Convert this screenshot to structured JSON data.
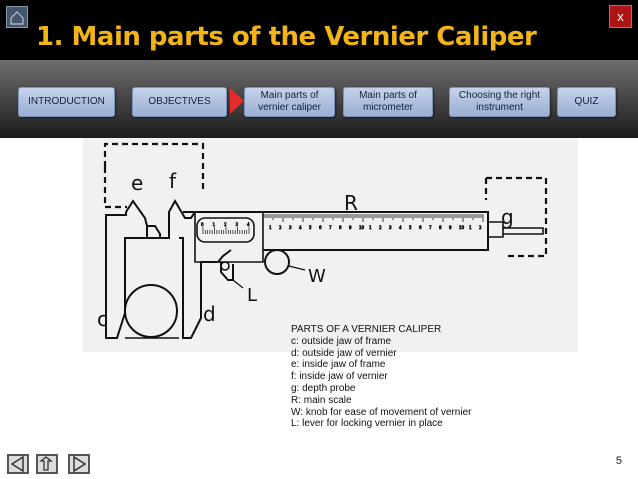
{
  "header": {
    "title": "1. Main parts of the Vernier Caliper",
    "close_label": "x"
  },
  "tabs": [
    {
      "label": "INTRODUCTION"
    },
    {
      "label": "OBJECTIVES"
    },
    {
      "label": "Main parts of vernier caliper"
    },
    {
      "label": "Main parts of micrometer"
    },
    {
      "label": "Choosing the right instrument"
    },
    {
      "label": "QUIZ"
    }
  ],
  "figure": {
    "labels": {
      "e": "e",
      "f": "f",
      "R": "R",
      "g": "g",
      "W": "W",
      "L": "L",
      "c": "c",
      "d": "d"
    },
    "main_scale_numbers": [
      "1",
      "2",
      "3",
      "4",
      "5",
      "6",
      "7",
      "8",
      "9",
      "10",
      "1",
      "2",
      "3",
      "4",
      "5",
      "6",
      "7",
      "8",
      "9",
      "10",
      "1",
      "2"
    ],
    "vernier_numbers": [
      "0",
      "1",
      "2",
      "3",
      "4"
    ],
    "legend_title": "PARTS OF A VERNIER CALIPER",
    "legend_items": [
      "c: outside jaw of frame",
      "d: outside jaw of vernier",
      "e: inside jaw of frame",
      "f: inside jaw of vernier",
      "g: depth probe",
      "R: main scale",
      "W: knob for ease of movement of vernier",
      "L:  lever for locking vernier in place"
    ]
  },
  "footer": {
    "page_number": "5"
  },
  "icons": {
    "home": "home-icon",
    "back": "back-arrow-icon",
    "return": "return-icon",
    "forward": "forward-arrow-icon"
  },
  "colors": {
    "title": "#f2b417",
    "tab": "#b2c2e2",
    "active_arrow": "#e52a2a",
    "close": "#b01515"
  }
}
